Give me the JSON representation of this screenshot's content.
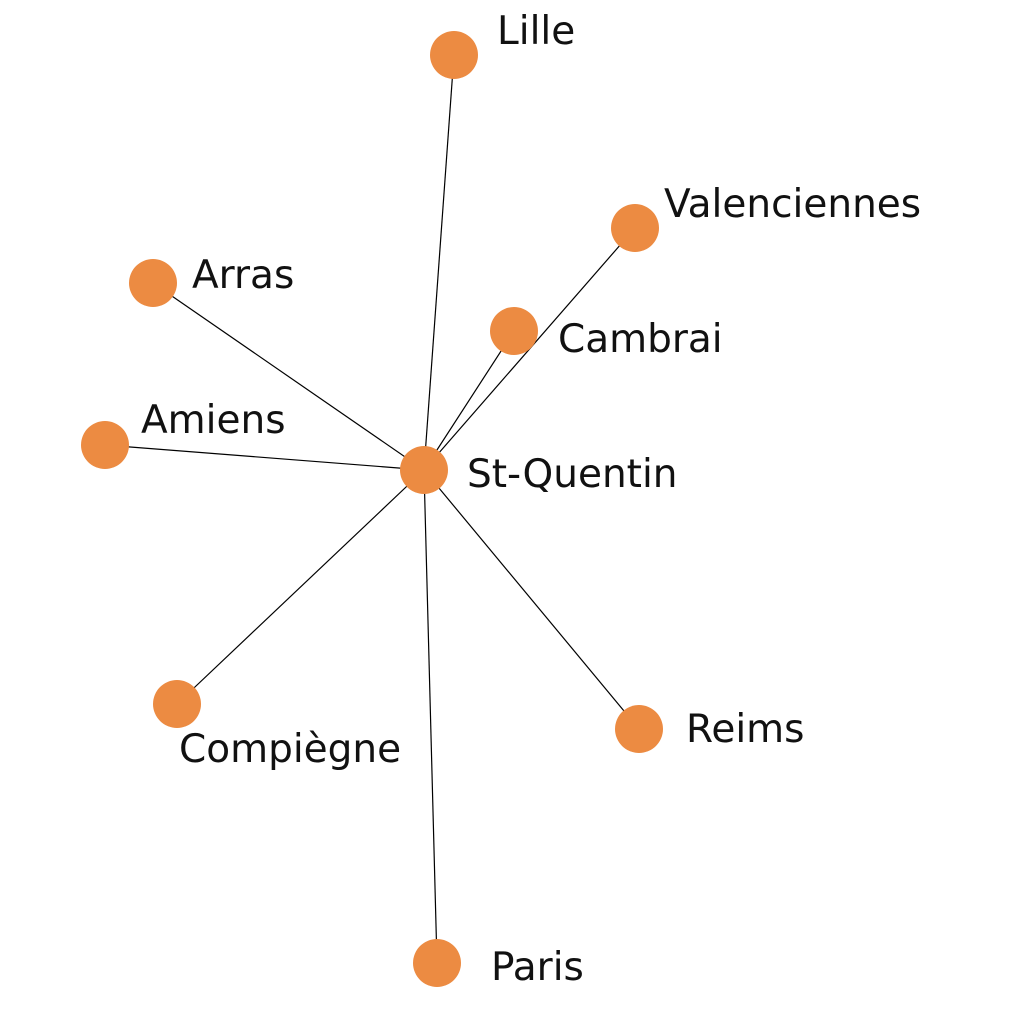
{
  "diagram": {
    "node_color": "#ec8b42",
    "edge_color": "#000000",
    "hub": "St-Quentin",
    "nodes": [
      {
        "id": "st-quentin",
        "label": "St-Quentin"
      },
      {
        "id": "lille",
        "label": "Lille"
      },
      {
        "id": "valenciennes",
        "label": "Valenciennes"
      },
      {
        "id": "arras",
        "label": "Arras"
      },
      {
        "id": "cambrai",
        "label": "Cambrai"
      },
      {
        "id": "amiens",
        "label": "Amiens"
      },
      {
        "id": "compiegne",
        "label": "Compiègne"
      },
      {
        "id": "reims",
        "label": "Reims"
      },
      {
        "id": "paris",
        "label": "Paris"
      }
    ],
    "edges": [
      {
        "from": "st-quentin",
        "to": "lille"
      },
      {
        "from": "st-quentin",
        "to": "valenciennes"
      },
      {
        "from": "st-quentin",
        "to": "arras"
      },
      {
        "from": "st-quentin",
        "to": "cambrai"
      },
      {
        "from": "st-quentin",
        "to": "amiens"
      },
      {
        "from": "st-quentin",
        "to": "compiegne"
      },
      {
        "from": "st-quentin",
        "to": "reims"
      },
      {
        "from": "st-quentin",
        "to": "paris"
      }
    ]
  }
}
